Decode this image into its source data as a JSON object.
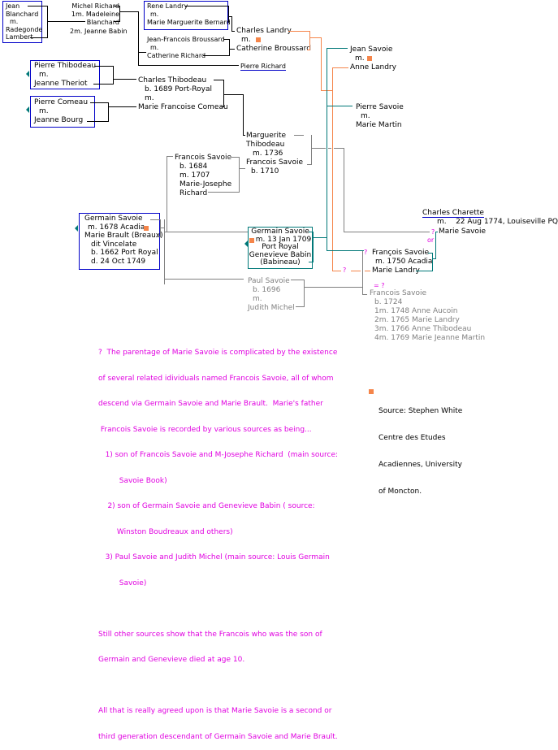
{
  "people": {
    "jean_blanchard": [
      "Jean",
      "Blanchard",
      "m.",
      "Radegonde",
      "Lambert"
    ],
    "michel_richard": [
      "Michel Richard",
      "1m. Madeleine",
      "Blanchard",
      "2m. Jeanne Babin"
    ],
    "rene_landry": [
      "Rene Landry",
      "m.",
      "Marie Marguerite Bernard"
    ],
    "broussard": [
      "Jean-Francois Broussard",
      "m.",
      "Catherine Richard"
    ],
    "pierre_richard": "Pierre Richard",
    "charles_landry": [
      "Charles Landry",
      "m.",
      "Catherine Broussard"
    ],
    "jean_savoie": [
      "Jean Savoie",
      "m.",
      "Anne Landry"
    ],
    "pierre_savoie": [
      "Pierre Savoie",
      "m.",
      "Marie Martin"
    ],
    "pierre_thibodeau": [
      "Pierre Thibodeau",
      "m.",
      "Jeanne Theriot"
    ],
    "pierre_comeau": [
      "Pierre Comeau",
      "m.",
      "Jeanne Bourg"
    ],
    "charles_thibodeau": [
      "Charles Thibodeau",
      "b. 1689 Port-Royal",
      "m.",
      "Marie Francoise Comeau"
    ],
    "marguerite_thibodeau": [
      "Marguerite",
      "Thibodeau",
      "m. 1736",
      "Francois Savoie",
      "b. 1710"
    ],
    "francois_savoie_1684": [
      "Francois Savoie",
      "b. 1684",
      "m. 1707",
      "Marie-Josephe",
      "Richard"
    ],
    "germain_savoie_1678": [
      "Germain Savoie",
      "m. 1678 Acadia",
      "Marie Brault (Breaux)",
      "dit Vincelate",
      "b. 1662 Port Royal",
      "d. 24 Oct 1749"
    ],
    "germain_savoie_1709": [
      "Germain  Savoie",
      "m. 13 Jan 1709",
      "Port Royal",
      "Genevieve Babin",
      "(Babineau)"
    ],
    "paul_savoie": [
      "Paul Savoie",
      "b. 1696",
      "m.",
      "Judith Michel"
    ],
    "charles_charette": "Charles Charette",
    "charette_marriage": "m.    22 Aug 1774, Louiseville PQ",
    "marie_savoie": "Marie Savoie",
    "francois_savoie_1750": [
      "François Savoie",
      "m. 1750 Acadia",
      "Marie Landry"
    ],
    "francois_savoie_1724": [
      "Francois Savoie",
      "b. 1724",
      "1m. 1748 Anne Aucoin",
      "2m. 1765 Marie Landry",
      "3m. 1766 Anne Thibodeau",
      "4m. 1769 Marie Jeanne Martin"
    ]
  },
  "marks": {
    "question": "?",
    "or": "or",
    "equals_question": "= ?"
  },
  "note": {
    "lines": [
      "?  The parentage of Marie Savoie is complicated by the existence",
      "of several related idividuals named Francois Savoie, all of whom",
      "descend via Germain Savoie and Marie Brault.  Marie's father",
      " Francois Savoie is recorded by various sources as being...",
      "   1) son of Francois Savoie and M-Josephe Richard  (main source:",
      "         Savoie Book)",
      "    2) son of Germain Savoie and Genevieve Babin ( source:",
      "        Winston Boudreaux and others)",
      "   3) Paul Savoie and Judith Michel (main source: Louis Germain",
      "         Savoie)",
      "",
      "Still other sources show that the Francois who was the son of",
      "Germain and Genevieve died at age 10.",
      "",
      "All that is really agreed upon is that Marie Savoie is a second or",
      "third generation descendant of Germain Savoie and Marie Brault."
    ]
  },
  "source": {
    "lines": [
      "Source: Stephen White",
      "Centre des Etudes",
      "Acadiennes, University",
      "of Moncton."
    ]
  },
  "colors": {
    "box_border": "#0000c8",
    "teal": "#007878",
    "orange": "#f5854a",
    "gray": "#808080",
    "magenta": "#e000e0"
  }
}
